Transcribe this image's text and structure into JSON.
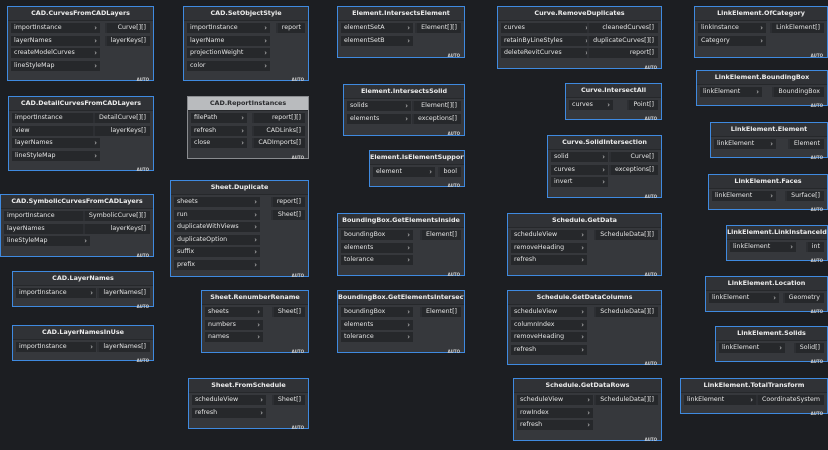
{
  "canvas": {
    "background": "#1c1e22",
    "accent": "#3f8ae0"
  },
  "footer_label": "AUTO",
  "nodes": [
    {
      "id": "cad-curves-from-cad-layers",
      "title": "CAD.CurvesFromCADLayers",
      "inputs": [
        "importInstance",
        "layerNames",
        "createModelCurves",
        "lineStyleMap"
      ],
      "outputs": [
        "Curve[][]",
        "layerKeys[]"
      ]
    },
    {
      "id": "cad-set-object-style",
      "title": "CAD.SetObjectStyle",
      "inputs": [
        "importInstance",
        "layerName",
        "projectionWeight",
        "color"
      ],
      "outputs": [
        "report"
      ]
    },
    {
      "id": "element-intersects-element",
      "title": "Element.IntersectsElement",
      "inputs": [
        "elementSetA",
        "elementSetB"
      ],
      "outputs": [
        "Element[][]"
      ]
    },
    {
      "id": "curve-remove-duplicates",
      "title": "Curve.RemoveDuplicates",
      "inputs": [
        "curves",
        "retainByLineStyles",
        "deleteRevitCurves"
      ],
      "outputs": [
        "cleanedCurves[]",
        "duplicateCurves[][]",
        "report[]"
      ]
    },
    {
      "id": "link-element-of-category",
      "title": "LinkElement.OfCategory",
      "inputs": [
        "linkInstance",
        "Category"
      ],
      "outputs": [
        "LinkElement[]"
      ]
    },
    {
      "id": "link-element-bounding-box",
      "title": "LinkElement.BoundingBox",
      "inputs": [
        "linkElement"
      ],
      "outputs": [
        "BoundingBox"
      ]
    },
    {
      "id": "cad-detail-curves-from-cad-layers",
      "title": "CAD.DetailCurvesFromCADLayers",
      "inputs": [
        "importInstance",
        "view",
        "layerNames",
        "lineStyleMap"
      ],
      "outputs": [
        "DetailCurve[][]",
        "layerKeys[]"
      ]
    },
    {
      "id": "cad-report-instances",
      "title": "CAD.ReportInstances",
      "inputs": [
        "filePath",
        "refresh",
        "close"
      ],
      "outputs": [
        "report[][]",
        "CADLinks[]",
        "CADImports[]"
      ]
    },
    {
      "id": "element-intersects-solid",
      "title": "Element.IntersectsSolid",
      "inputs": [
        "solids",
        "elements"
      ],
      "outputs": [
        "Element[][]",
        "exceptions[]"
      ]
    },
    {
      "id": "curve-intersect-all",
      "title": "Curve.IntersectAll",
      "inputs": [
        "curves"
      ],
      "outputs": [
        "Point[]"
      ]
    },
    {
      "id": "link-element-element",
      "title": "LinkElement.Element",
      "inputs": [
        "linkElement"
      ],
      "outputs": [
        "Element"
      ]
    },
    {
      "id": "curve-solid-intersection",
      "title": "Curve.SolidIntersection",
      "inputs": [
        "solid",
        "curves",
        "invert"
      ],
      "outputs": [
        "Curve[]",
        "exceptions[]"
      ]
    },
    {
      "id": "element-is-element-supported",
      "title": "Element.IsElementSupported",
      "inputs": [
        "element"
      ],
      "outputs": [
        "bool"
      ]
    },
    {
      "id": "link-element-faces",
      "title": "LinkElement.Faces",
      "inputs": [
        "linkElement"
      ],
      "outputs": [
        "Surface[]"
      ]
    },
    {
      "id": "cad-symbolic-curves-from-cad-layers",
      "title": "CAD.SymbolicCurvesFromCADLayers",
      "inputs": [
        "importInstance",
        "layerNames",
        "lineStyleMap"
      ],
      "outputs": [
        "SymbolicCurve[][]",
        "layerKeys[]"
      ]
    },
    {
      "id": "sheet-duplicate",
      "title": "Sheet.Duplicate",
      "inputs": [
        "sheets",
        "run",
        "duplicateWithViews",
        "duplicateOption",
        "suffix",
        "prefix"
      ],
      "outputs": [
        "report[]",
        "Sheet[]"
      ]
    },
    {
      "id": "bounding-box-get-elements-inside",
      "title": "BoundingBox.GetElementsInside",
      "inputs": [
        "boundingBox",
        "elements",
        "tolerance"
      ],
      "outputs": [
        "Element[]"
      ]
    },
    {
      "id": "schedule-get-data",
      "title": "Schedule.GetData",
      "inputs": [
        "scheduleView",
        "removeHeading",
        "refresh"
      ],
      "outputs": [
        "ScheduleData[][]"
      ]
    },
    {
      "id": "link-element-link-instance-id",
      "title": "LinkElement.LinkInstanceId",
      "inputs": [
        "linkElement"
      ],
      "outputs": [
        "int"
      ]
    },
    {
      "id": "cad-layer-names",
      "title": "CAD.LayerNames",
      "inputs": [
        "importInstance"
      ],
      "outputs": [
        "layerNames[]"
      ]
    },
    {
      "id": "link-element-location",
      "title": "LinkElement.Location",
      "inputs": [
        "linkElement"
      ],
      "outputs": [
        "Geometry"
      ]
    },
    {
      "id": "sheet-renumber-rename",
      "title": "Sheet.RenumberRename",
      "inputs": [
        "sheets",
        "numbers",
        "names"
      ],
      "outputs": [
        "Sheet[]"
      ]
    },
    {
      "id": "bounding-box-get-elements-intersect",
      "title": "BoundingBox.GetElementsIntersect",
      "inputs": [
        "boundingBox",
        "elements",
        "tolerance"
      ],
      "outputs": [
        "Element[]"
      ]
    },
    {
      "id": "schedule-get-data-columns",
      "title": "Schedule.GetDataColumns",
      "inputs": [
        "scheduleView",
        "columnIndex",
        "removeHeading",
        "refresh"
      ],
      "outputs": [
        "ScheduleData[][]"
      ]
    },
    {
      "id": "cad-layer-names-in-use",
      "title": "CAD.LayerNamesInUse",
      "inputs": [
        "importInstance"
      ],
      "outputs": [
        "layerNames[]"
      ]
    },
    {
      "id": "link-element-solids",
      "title": "LinkElement.Solids",
      "inputs": [
        "linkElement"
      ],
      "outputs": [
        "Solid[]"
      ]
    },
    {
      "id": "sheet-from-schedule",
      "title": "Sheet.FromSchedule",
      "inputs": [
        "scheduleView",
        "refresh"
      ],
      "outputs": [
        "Sheet[]"
      ]
    },
    {
      "id": "schedule-get-data-rows",
      "title": "Schedule.GetDataRows",
      "inputs": [
        "scheduleView",
        "rowIndex",
        "refresh"
      ],
      "outputs": [
        "ScheduleData[][]"
      ]
    },
    {
      "id": "link-element-total-transform",
      "title": "LinkElement.TotalTransform",
      "inputs": [
        "linkElement"
      ],
      "outputs": [
        "CoordinateSystem"
      ]
    }
  ]
}
